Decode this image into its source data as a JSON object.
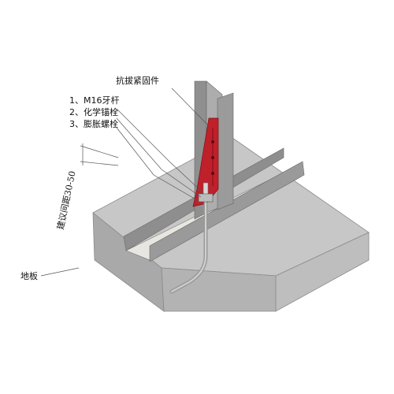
{
  "labels": {
    "fastener": "抗拔紧固件",
    "item1": "1、M16牙杆",
    "item2": "2、化学锚栓",
    "item3": "3、膨胀螺栓",
    "spacing": "建议间距30-50",
    "floor": "地板"
  },
  "colors": {
    "concrete_top": "#c4c4c4",
    "concrete_left": "#a8a8a8",
    "concrete_right": "#b8b8b8",
    "steel": "#9c9c9c",
    "bracket": "#c0202a",
    "leader": "#555555"
  }
}
